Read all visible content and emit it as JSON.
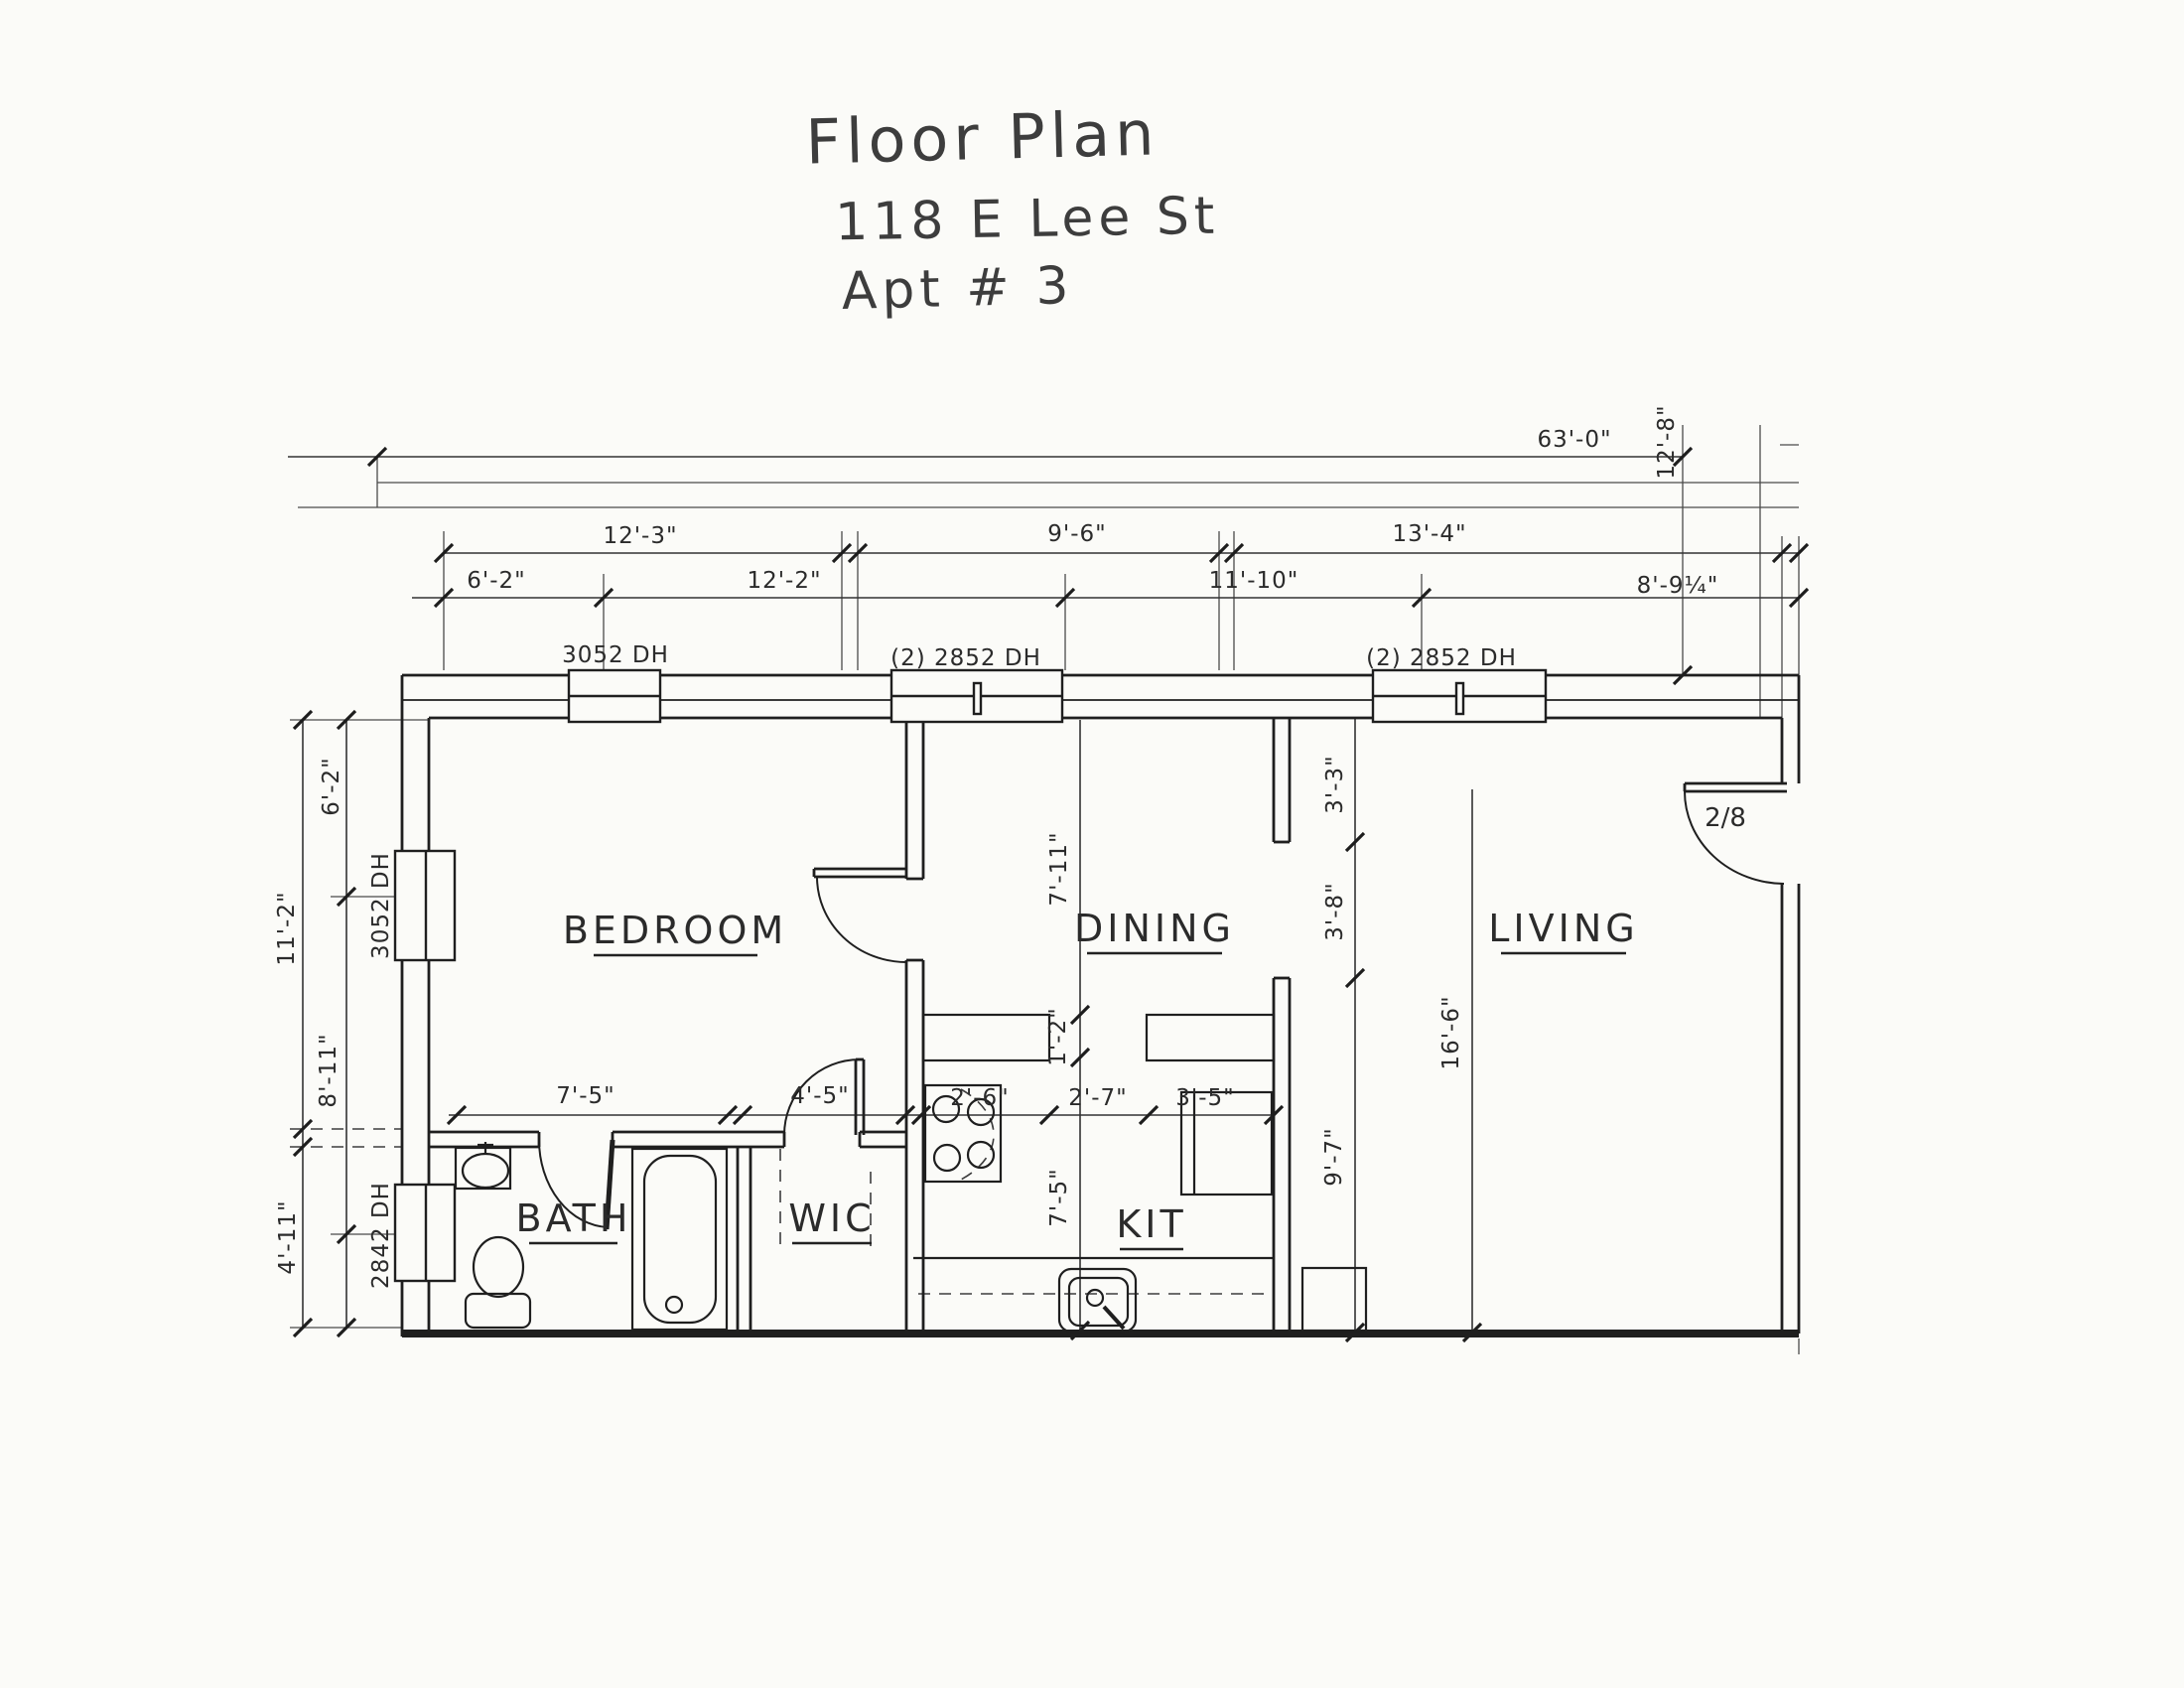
{
  "title": {
    "line1": "Floor Plan",
    "line2": "118 E Lee St",
    "line3": "Apt # 3"
  },
  "rooms": {
    "bedroom": "BEDROOM",
    "dining": "DINING",
    "living": "LIVING",
    "bath": "BATH",
    "wic": "WIC",
    "kitchen": "KIT"
  },
  "windows": {
    "top_w1": "3052 DH",
    "top_w2": "(2) 2852 DH",
    "top_w3": "(2) 2852 DH",
    "left_w1": "3052 DH",
    "left_w2": "2842 DH"
  },
  "doors": {
    "entry_size": "2/8"
  },
  "dims": {
    "overall": "63'-0\"",
    "right_depth": "12'-8\"",
    "row2": {
      "a": "12'-3\"",
      "b": "9'-6\"",
      "c": "13'-4\""
    },
    "row3": {
      "a": "6'-2\"",
      "b": "12'-2\"",
      "c": "11'-10\"",
      "d": "8'-9¼\""
    },
    "left": {
      "a": "6'-2\"",
      "b": "11'-2\"",
      "c": "8'-11\"",
      "d": "4'-11\""
    },
    "bedroom_depth": "7'-11\"",
    "pass": "1'-2\"",
    "kit_depth": "7'-5\"",
    "open_a": "3'-3\"",
    "open_b": "3'-8\"",
    "kit_right": "9'-7\"",
    "living_depth": "16'-6\"",
    "stove": "2'-6\"",
    "kit_a": "2'-7\"",
    "kit_b": "3'-5\"",
    "bath_w": "7'-5\"",
    "wic_w": "4'-5\""
  }
}
